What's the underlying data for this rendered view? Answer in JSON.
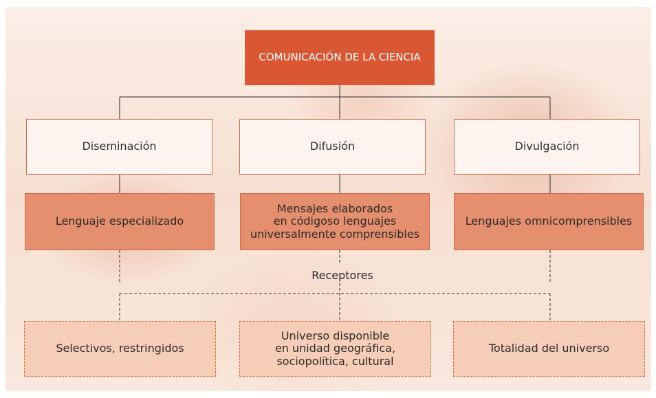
{
  "root": {
    "label": "COMUNICACIÓN DE LA CIENCIA"
  },
  "branches": [
    {
      "label": "Diseminación",
      "language": "Lenguaje especializado",
      "receivers": "Selectivos, restringidos"
    },
    {
      "label": "Difusión",
      "language": "Mensajes elaborados\nen códigoso lenguajes\nuniversalmente comprensibles",
      "receivers": "Universo disponible\nen unidad geográfica,\nsociopolítica, cultural"
    },
    {
      "label": "Divulgación",
      "language": "Lenguajes omnicomprensibles",
      "receivers": "Totalidad del universo"
    }
  ],
  "receivers_label": "Receptores",
  "colors": {
    "root": "#d95733",
    "language_fill": "#e58f6e",
    "receiver_fill": "#f6cdb6",
    "line": "#2a2a2a"
  }
}
